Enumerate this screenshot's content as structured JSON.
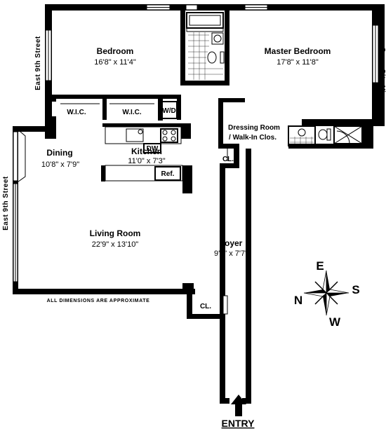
{
  "rooms": {
    "bedroom": {
      "name": "Bedroom",
      "dims": "16'8\" x 11'4\""
    },
    "master_bedroom": {
      "name": "Master Bedroom",
      "dims": "17'8\" x 11'8\""
    },
    "dining": {
      "name": "Dining",
      "dims": "10'8\" x 7'9\""
    },
    "kitchen": {
      "name": "Kitchen",
      "dims": "11'0\" x 7'3\""
    },
    "living_room": {
      "name": "Living Room",
      "dims": "22'9\" x 13'10\""
    },
    "foyer": {
      "name": "Foyer",
      "dims": "9'9\" x 7'7\""
    },
    "dressing_room": {
      "line1": "Dressing Room",
      "line2": "/ Walk-In Clos."
    }
  },
  "labels": {
    "wic_1": "W.I.C.",
    "wic_2": "W.I.C.",
    "wd": "W/D",
    "dw": "DW",
    "ref": "Ref.",
    "closet_1": "CL.",
    "closet_2": "CL.",
    "entry": "ENTRY",
    "note": "ALL DIMENSIONS ARE APPROXIMATE"
  },
  "streets": {
    "upper": "East 9th Street",
    "lower": "East 9th Street",
    "views": "Open City Views"
  },
  "compass": {
    "north": "N",
    "east": "E",
    "south": "S",
    "west": "W"
  },
  "colors": {
    "walls": "#000000",
    "background": "#ffffff"
  }
}
